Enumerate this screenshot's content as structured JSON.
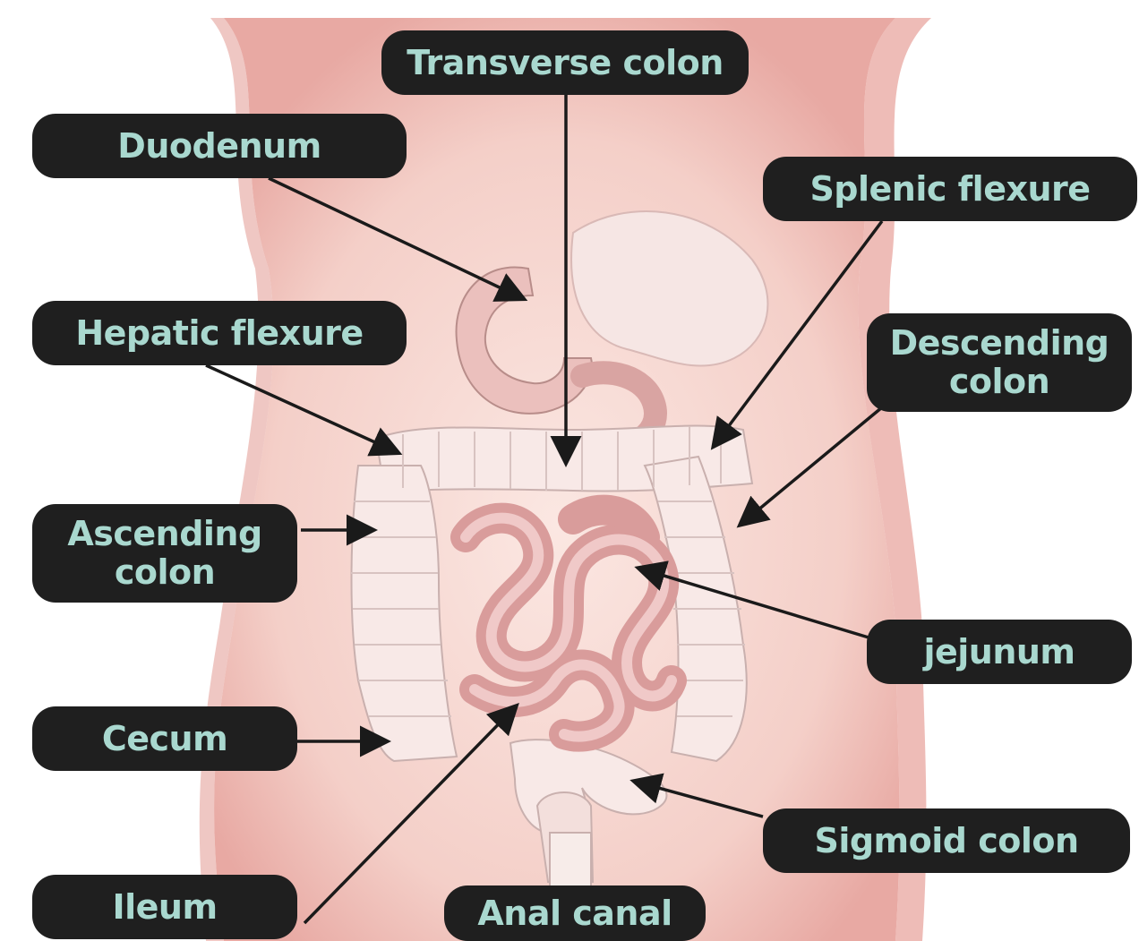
{
  "labels": {
    "transverse_colon": "Transverse colon",
    "duodenum": "Duodenum",
    "splenic_flexure": "Splenic flexure",
    "hepatic_flexure": "Hepatic flexure",
    "descending_colon": "Descending\ncolon",
    "ascending_colon": "Ascending\ncolon",
    "jejunum": "jejunum",
    "cecum": "Cecum",
    "sigmoid_colon": "Sigmoid colon",
    "ileum": "Ileum",
    "anal_canal": "Anal canal"
  },
  "colors": {
    "label_background": "#1f1f1f",
    "label_text": "#a9d8cf",
    "skin": "#f7d9d2",
    "skin_shadow": "#e8a9a3",
    "colon": "#f8e9e7",
    "small_intestine": "#e9b5b4",
    "pointer_line": "#1a1a1a"
  }
}
